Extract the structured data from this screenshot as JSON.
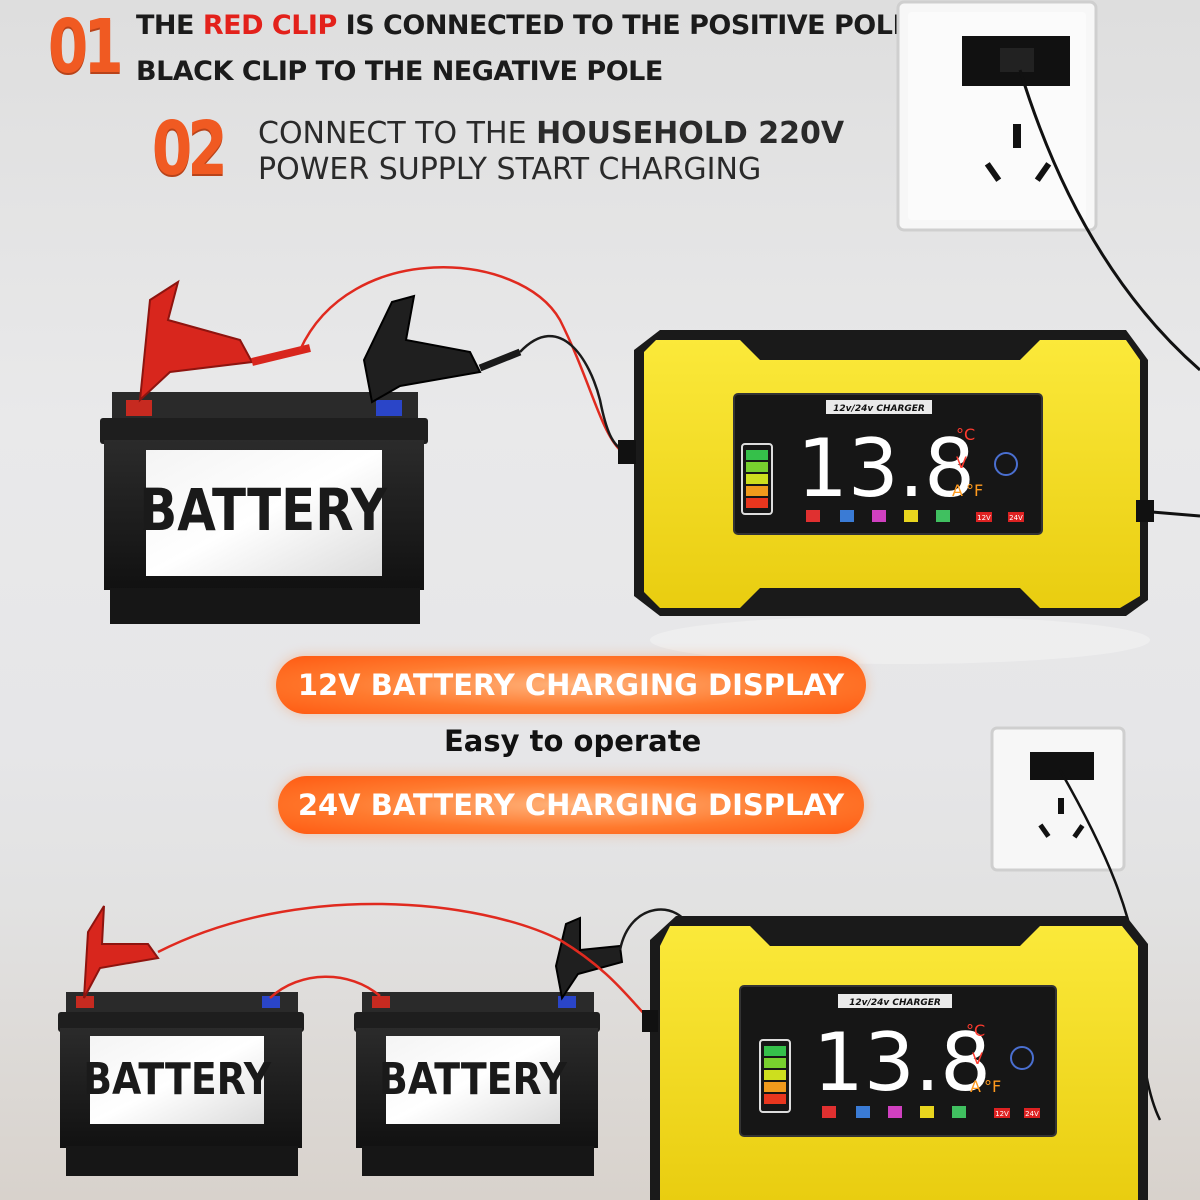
{
  "step1": {
    "number": "01",
    "line1_prefix": "THE ",
    "line1_red": "RED CLIP",
    "line1_suffix": " IS CONNECTED TO THE POSITIVE POLE",
    "line2": "BLACK CLIP TO THE NEGATIVE POLE"
  },
  "step2": {
    "number": "02",
    "line1_prefix": "CONNECT TO THE ",
    "line1_bold": "HOUSEHOLD 220V",
    "line2": "POWER SUPPLY  START CHARGING"
  },
  "labels": {
    "display_12v": "12V BATTERY CHARGING DISPLAY",
    "easy": "Easy to operate",
    "display_24v": "24V BATTERY CHARGING DISPLAY"
  },
  "battery_label": "BATTERY",
  "charger": {
    "model": "12v/24v CHARGER",
    "reading": "13.8",
    "unit_c": "°C",
    "unit_v": "V",
    "unit_a": "A",
    "unit_f": "°F",
    "btn_12v": "12V",
    "btn_24v": "24V"
  },
  "colors": {
    "accent_orange": "#f05a22",
    "charger_yellow": "#f4dd1e",
    "clip_red": "#d8261d"
  }
}
